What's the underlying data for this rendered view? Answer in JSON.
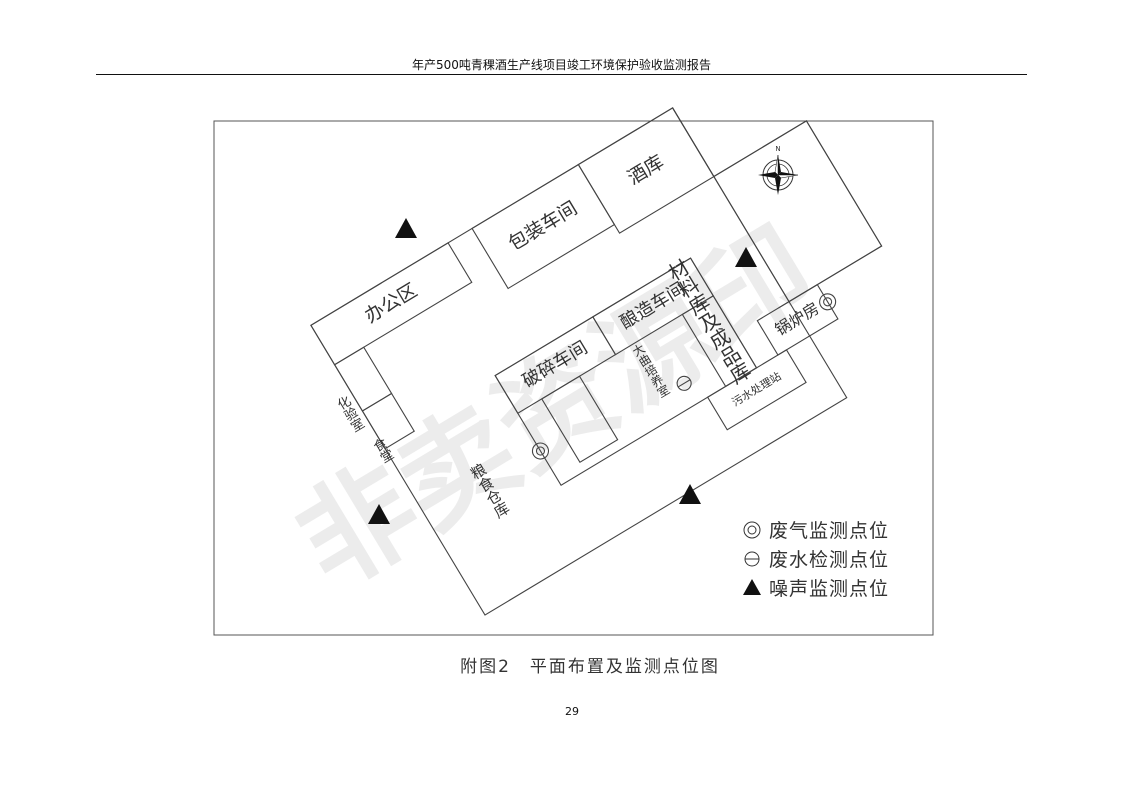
{
  "header": {
    "title": "年产500吨青稞酒生产线项目竣工环境保护验收监测报告"
  },
  "plan": {
    "rooms": {
      "packaging": "包装车间",
      "wine_storage": "酒库",
      "material_storage": "材料库及成品库",
      "office": "办公区",
      "lab": "化验室",
      "canteen": "食堂",
      "brewing": "酿造车间",
      "daqu": "大曲培养室",
      "crushing": "破碎车间",
      "grain": "粮食仓库",
      "boiler": "锅炉房",
      "sewage": "污水处理站"
    },
    "compass_north": "N",
    "watermark": "非卖资源印"
  },
  "legend": {
    "waste_gas": "废气监测点位",
    "waste_water": "废水检测点位",
    "noise": "噪声监测点位"
  },
  "caption": "附图2　平面布置及监测点位图",
  "page_number": "29"
}
